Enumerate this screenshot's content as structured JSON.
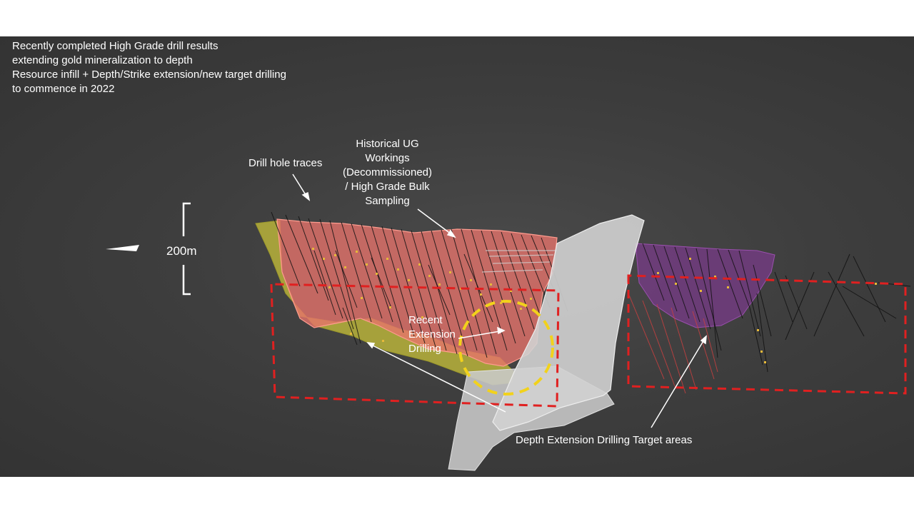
{
  "headline": {
    "lines": [
      "Recently completed High Grade drill results",
      "extending gold mineralization to depth",
      "Resource infill + Depth/Strike extension/new target drilling",
      "to commence in 2022"
    ]
  },
  "labels": {
    "drill_hole_traces": "Drill hole traces",
    "historical_ug": [
      "Historical UG",
      "Workings",
      "(Decommissioned)",
      "/ High Grade Bulk",
      "Sampling"
    ],
    "recent_extension": [
      "Recent",
      "Extension",
      "Drilling"
    ],
    "depth_extension": "Depth Extension Drilling Target areas",
    "scale": "200m"
  },
  "colors": {
    "background": "#3a3a3a",
    "ore_body_salmon": "#e8736b",
    "ore_body_yellow": "#c8c23a",
    "ore_body_purple": "#7a3a8a",
    "fault_plane": "#c9c9c9",
    "target_box": "#e02020",
    "highlight_circle": "#f2d21b",
    "drill_trace": "#111111",
    "text": "#ffffff"
  },
  "icons": {
    "north_arrow": "north-arrow-icon",
    "scale_bar": "scale-bar-icon"
  }
}
